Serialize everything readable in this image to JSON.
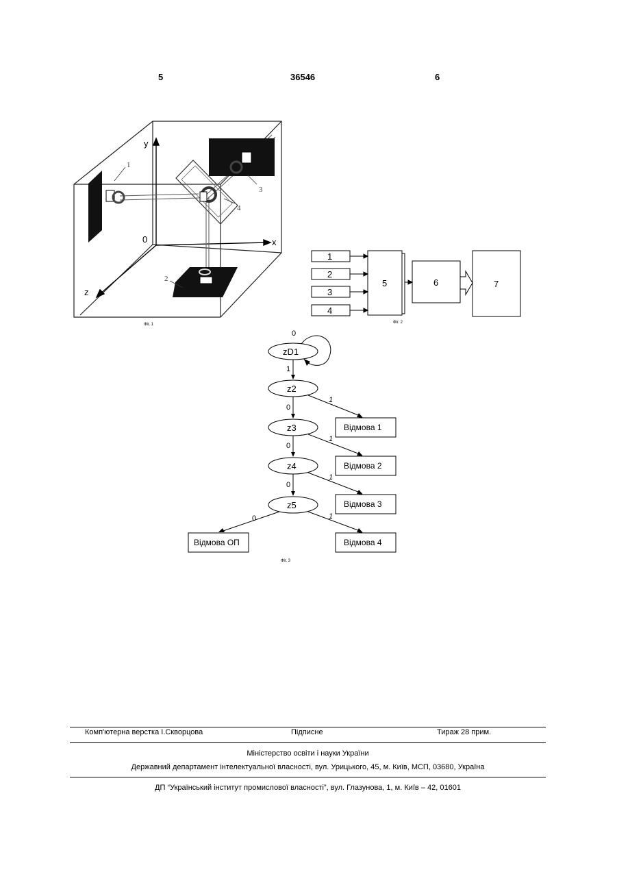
{
  "header": {
    "left_page": "5",
    "patent_number": "36546",
    "right_page": "6"
  },
  "fig1": {
    "caption": "Фіг. 1",
    "axis_y": "y",
    "axis_x": "x",
    "axis_z": "z",
    "origin": "0",
    "labels": [
      "1",
      "2",
      "3",
      "4"
    ]
  },
  "fig2": {
    "caption": "Фіг. 2",
    "inputs": [
      "1",
      "2",
      "3",
      "4"
    ],
    "blocks": [
      "5",
      "6",
      "7"
    ]
  },
  "fig3": {
    "caption": "Фіг. 3",
    "nodes": [
      "zD1",
      "z2",
      "z3",
      "z4",
      "z5"
    ],
    "failures": [
      "Відмова 1",
      "Відмова 2",
      "Відмова 3",
      "Відмова 4",
      "Відмова ОП"
    ],
    "edge_zero": "0",
    "edge_one": "1"
  },
  "footer": {
    "layout": "Комп'ютерна верстка І.Скворцова",
    "signed": "Підписне",
    "circulation": "Тираж 28 прим.",
    "ministry": "Міністерство освіти і науки України",
    "department": "Державний департамент інтелектуальної власності, вул. Урицького, 45, м. Київ, МСП, 03680, Україна",
    "institute": "ДП “Український інститут промислової власності”, вул. Глазунова, 1, м. Київ – 42, 01601"
  }
}
